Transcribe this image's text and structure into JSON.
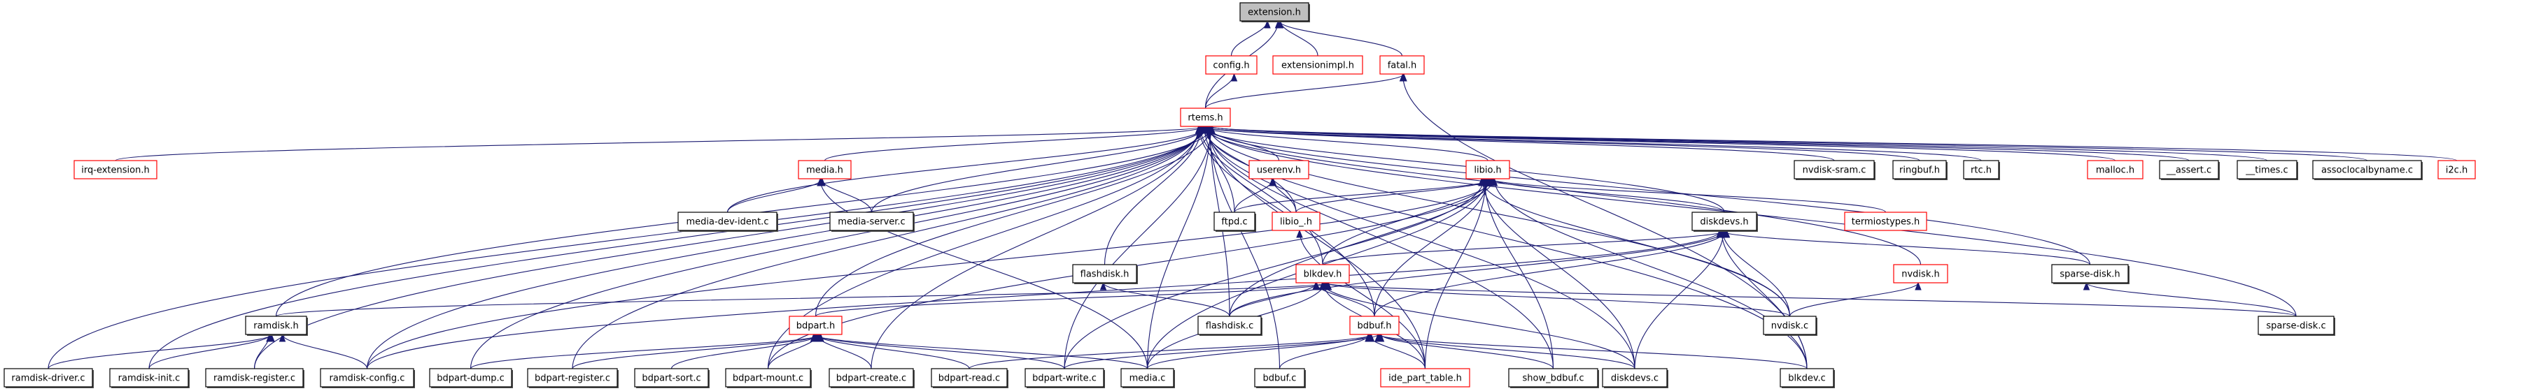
{
  "graph": {
    "title": "extension.h",
    "type": "include-dependency graph",
    "colors": {
      "edge": "#191970",
      "root_fill": "#bfbfbf",
      "truncated_border": "#ff0000",
      "normal_border": "#000000"
    },
    "nodes": [
      {
        "id": "extension_h",
        "label": "extension.h",
        "style": "root"
      },
      {
        "id": "config_h",
        "label": "config.h",
        "style": "red"
      },
      {
        "id": "extensionimpl_h",
        "label": "extensionimpl.h",
        "style": "red"
      },
      {
        "id": "fatal_h",
        "label": "fatal.h",
        "style": "red"
      },
      {
        "id": "rtems_h",
        "label": "rtems.h",
        "style": "red"
      },
      {
        "id": "irq_extension_h",
        "label": "irq-extension.h",
        "style": "red"
      },
      {
        "id": "media_h",
        "label": "media.h",
        "style": "red"
      },
      {
        "id": "userenv_h",
        "label": "userenv.h",
        "style": "red"
      },
      {
        "id": "libio_h",
        "label": "libio.h",
        "style": "red"
      },
      {
        "id": "nvdisk_sram_c",
        "label": "nvdisk-sram.c",
        "style": "black"
      },
      {
        "id": "ringbuf_h",
        "label": "ringbuf.h",
        "style": "black"
      },
      {
        "id": "rtc_h",
        "label": "rtc.h",
        "style": "black"
      },
      {
        "id": "malloc_h",
        "label": "malloc.h",
        "style": "red"
      },
      {
        "id": "assert_c",
        "label": "__assert.c",
        "style": "black"
      },
      {
        "id": "times_c",
        "label": "__times.c",
        "style": "black"
      },
      {
        "id": "assoclocalbyname_c",
        "label": "assoclocalbyname.c",
        "style": "black"
      },
      {
        "id": "i2c_h",
        "label": "i2c.h",
        "style": "red"
      },
      {
        "id": "media_dev_ident_c",
        "label": "media-dev-ident.c",
        "style": "black"
      },
      {
        "id": "media_server_c",
        "label": "media-server.c",
        "style": "black"
      },
      {
        "id": "ftpd_c",
        "label": "ftpd.c",
        "style": "black"
      },
      {
        "id": "libio__h",
        "label": "libio_.h",
        "style": "red"
      },
      {
        "id": "diskdevs_h",
        "label": "diskdevs.h",
        "style": "black"
      },
      {
        "id": "termiostypes_h",
        "label": "termiostypes.h",
        "style": "red"
      },
      {
        "id": "flashdisk_h",
        "label": "flashdisk.h",
        "style": "black"
      },
      {
        "id": "blkdev_h",
        "label": "blkdev.h",
        "style": "red"
      },
      {
        "id": "nvdisk_h",
        "label": "nvdisk.h",
        "style": "red"
      },
      {
        "id": "sparse_disk_h",
        "label": "sparse-disk.h",
        "style": "black"
      },
      {
        "id": "ramdisk_h",
        "label": "ramdisk.h",
        "style": "black"
      },
      {
        "id": "bdpart_h",
        "label": "bdpart.h",
        "style": "red"
      },
      {
        "id": "flashdisk_c",
        "label": "flashdisk.c",
        "style": "black"
      },
      {
        "id": "bdbuf_h",
        "label": "bdbuf.h",
        "style": "red"
      },
      {
        "id": "nvdisk_c",
        "label": "nvdisk.c",
        "style": "black"
      },
      {
        "id": "sparse_disk_c",
        "label": "sparse-disk.c",
        "style": "black"
      },
      {
        "id": "ramdisk_driver_c",
        "label": "ramdisk-driver.c",
        "style": "black"
      },
      {
        "id": "ramdisk_init_c",
        "label": "ramdisk-init.c",
        "style": "black"
      },
      {
        "id": "ramdisk_register_c",
        "label": "ramdisk-register.c",
        "style": "black"
      },
      {
        "id": "ramdisk_config_c",
        "label": "ramdisk-config.c",
        "style": "black"
      },
      {
        "id": "bdpart_dump_c",
        "label": "bdpart-dump.c",
        "style": "black"
      },
      {
        "id": "bdpart_register_c",
        "label": "bdpart-register.c",
        "style": "black"
      },
      {
        "id": "bdpart_sort_c",
        "label": "bdpart-sort.c",
        "style": "black"
      },
      {
        "id": "bdpart_mount_c",
        "label": "bdpart-mount.c",
        "style": "black"
      },
      {
        "id": "bdpart_create_c",
        "label": "bdpart-create.c",
        "style": "black"
      },
      {
        "id": "bdpart_read_c",
        "label": "bdpart-read.c",
        "style": "black"
      },
      {
        "id": "bdpart_write_c",
        "label": "bdpart-write.c",
        "style": "black"
      },
      {
        "id": "media_c",
        "label": "media.c",
        "style": "black"
      },
      {
        "id": "bdbuf_c",
        "label": "bdbuf.c",
        "style": "black"
      },
      {
        "id": "ide_part_table_h",
        "label": "ide_part_table.h",
        "style": "red"
      },
      {
        "id": "show_bdbuf_c",
        "label": "show_bdbuf.c",
        "style": "black"
      },
      {
        "id": "diskdevs_c",
        "label": "diskdevs.c",
        "style": "black"
      },
      {
        "id": "blkdev_c",
        "label": "blkdev.c",
        "style": "black"
      }
    ],
    "edges": [
      [
        "config_h",
        "extension_h"
      ],
      [
        "extensionimpl_h",
        "extension_h"
      ],
      [
        "fatal_h",
        "extension_h"
      ],
      [
        "rtems_h",
        "extension_h"
      ],
      [
        "rtems_h",
        "config_h"
      ],
      [
        "rtems_h",
        "fatal_h"
      ],
      [
        "blkdev_c",
        "fatal_h"
      ],
      [
        "irq_extension_h",
        "rtems_h"
      ],
      [
        "media_h",
        "rtems_h"
      ],
      [
        "userenv_h",
        "rtems_h"
      ],
      [
        "libio_h",
        "rtems_h"
      ],
      [
        "nvdisk_sram_c",
        "rtems_h"
      ],
      [
        "ringbuf_h",
        "rtems_h"
      ],
      [
        "rtc_h",
        "rtems_h"
      ],
      [
        "malloc_h",
        "rtems_h"
      ],
      [
        "assert_c",
        "rtems_h"
      ],
      [
        "times_c",
        "rtems_h"
      ],
      [
        "assoclocalbyname_c",
        "rtems_h"
      ],
      [
        "i2c_h",
        "rtems_h"
      ],
      [
        "media_dev_ident_c",
        "rtems_h"
      ],
      [
        "media_server_c",
        "rtems_h"
      ],
      [
        "ftpd_c",
        "rtems_h"
      ],
      [
        "libio__h",
        "rtems_h"
      ],
      [
        "diskdevs_h",
        "rtems_h"
      ],
      [
        "flashdisk_h",
        "rtems_h"
      ],
      [
        "blkdev_h",
        "rtems_h"
      ],
      [
        "bdbuf_h",
        "rtems_h"
      ],
      [
        "ramdisk_h",
        "rtems_h"
      ],
      [
        "bdpart_h",
        "rtems_h"
      ],
      [
        "flashdisk_c",
        "rtems_h"
      ],
      [
        "nvdisk_c",
        "rtems_h"
      ],
      [
        "sparse_disk_h",
        "rtems_h"
      ],
      [
        "sparse_disk_c",
        "rtems_h"
      ],
      [
        "ramdisk_driver_c",
        "rtems_h"
      ],
      [
        "ramdisk_init_c",
        "rtems_h"
      ],
      [
        "ramdisk_register_c",
        "rtems_h"
      ],
      [
        "ramdisk_config_c",
        "rtems_h"
      ],
      [
        "bdpart_dump_c",
        "rtems_h"
      ],
      [
        "bdpart_register_c",
        "rtems_h"
      ],
      [
        "bdpart_mount_c",
        "rtems_h"
      ],
      [
        "bdpart_create_c",
        "rtems_h"
      ],
      [
        "bdpart_write_c",
        "rtems_h"
      ],
      [
        "media_c",
        "rtems_h"
      ],
      [
        "bdbuf_c",
        "rtems_h"
      ],
      [
        "ide_part_table_h",
        "rtems_h"
      ],
      [
        "show_bdbuf_c",
        "rtems_h"
      ],
      [
        "diskdevs_c",
        "rtems_h"
      ],
      [
        "blkdev_c",
        "rtems_h"
      ],
      [
        "nvdisk_h",
        "rtems_h"
      ],
      [
        "media_dev_ident_c",
        "media_h"
      ],
      [
        "media_server_c",
        "media_h"
      ],
      [
        "media_c",
        "media_h"
      ],
      [
        "ftpd_c",
        "userenv_h"
      ],
      [
        "libio__h",
        "userenv_h"
      ],
      [
        "ftpd_c",
        "libio_h"
      ],
      [
        "libio__h",
        "libio_h"
      ],
      [
        "diskdevs_h",
        "libio_h"
      ],
      [
        "termiostypes_h",
        "libio_h"
      ],
      [
        "blkdev_h",
        "libio_h"
      ],
      [
        "flashdisk_c",
        "libio_h"
      ],
      [
        "bdbuf_h",
        "libio_h"
      ],
      [
        "media_c",
        "libio_h"
      ],
      [
        "ide_part_table_h",
        "libio_h"
      ],
      [
        "show_bdbuf_c",
        "libio_h"
      ],
      [
        "bdpart_write_c",
        "libio_h"
      ],
      [
        "diskdevs_c",
        "libio_h"
      ],
      [
        "nvdisk_c",
        "libio_h"
      ],
      [
        "blkdev_c",
        "libio_h"
      ],
      [
        "bdpart_mount_c",
        "libio_h"
      ],
      [
        "ramdisk_config_c",
        "libio_h"
      ],
      [
        "ide_part_table_h",
        "libio__h"
      ],
      [
        "blkdev_h",
        "diskdevs_h"
      ],
      [
        "bdbuf_h",
        "diskdevs_h"
      ],
      [
        "flashdisk_c",
        "diskdevs_h"
      ],
      [
        "diskdevs_c",
        "diskdevs_h"
      ],
      [
        "nvdisk_c",
        "diskdevs_h"
      ],
      [
        "blkdev_c",
        "diskdevs_h"
      ],
      [
        "ramdisk_config_c",
        "diskdevs_h"
      ],
      [
        "sparse_disk_h",
        "diskdevs_h"
      ],
      [
        "flashdisk_c",
        "blkdev_h"
      ],
      [
        "bdbuf_h",
        "blkdev_h"
      ],
      [
        "bdpart_h",
        "blkdev_h"
      ],
      [
        "ramdisk_h",
        "blkdev_h"
      ],
      [
        "nvdisk_c",
        "blkdev_h"
      ],
      [
        "sparse_disk_c",
        "blkdev_h"
      ],
      [
        "media_c",
        "blkdev_h"
      ],
      [
        "ide_part_table_h",
        "blkdev_h"
      ],
      [
        "diskdevs_c",
        "blkdev_h"
      ],
      [
        "flashdisk_c",
        "flashdisk_h"
      ],
      [
        "nvdisk_c",
        "nvdisk_h"
      ],
      [
        "sparse_disk_c",
        "sparse_disk_h"
      ],
      [
        "ramdisk_driver_c",
        "ramdisk_h"
      ],
      [
        "ramdisk_init_c",
        "ramdisk_h"
      ],
      [
        "ramdisk_register_c",
        "ramdisk_h"
      ],
      [
        "ramdisk_config_c",
        "ramdisk_h"
      ],
      [
        "bdpart_dump_c",
        "bdpart_h"
      ],
      [
        "bdpart_register_c",
        "bdpart_h"
      ],
      [
        "bdpart_sort_c",
        "bdpart_h"
      ],
      [
        "bdpart_mount_c",
        "bdpart_h"
      ],
      [
        "bdpart_create_c",
        "bdpart_h"
      ],
      [
        "bdpart_read_c",
        "bdpart_h"
      ],
      [
        "bdpart_write_c",
        "bdpart_h"
      ],
      [
        "media_c",
        "bdpart_h"
      ],
      [
        "bdpart_read_c",
        "bdbuf_h"
      ],
      [
        "media_c",
        "bdbuf_h"
      ],
      [
        "bdbuf_c",
        "bdbuf_h"
      ],
      [
        "ide_part_table_h",
        "bdbuf_h"
      ],
      [
        "show_bdbuf_c",
        "bdbuf_h"
      ],
      [
        "diskdevs_c",
        "bdbuf_h"
      ],
      [
        "blkdev_c",
        "bdbuf_h"
      ],
      [
        "bdpart_write_c",
        "bdbuf_h"
      ]
    ]
  }
}
